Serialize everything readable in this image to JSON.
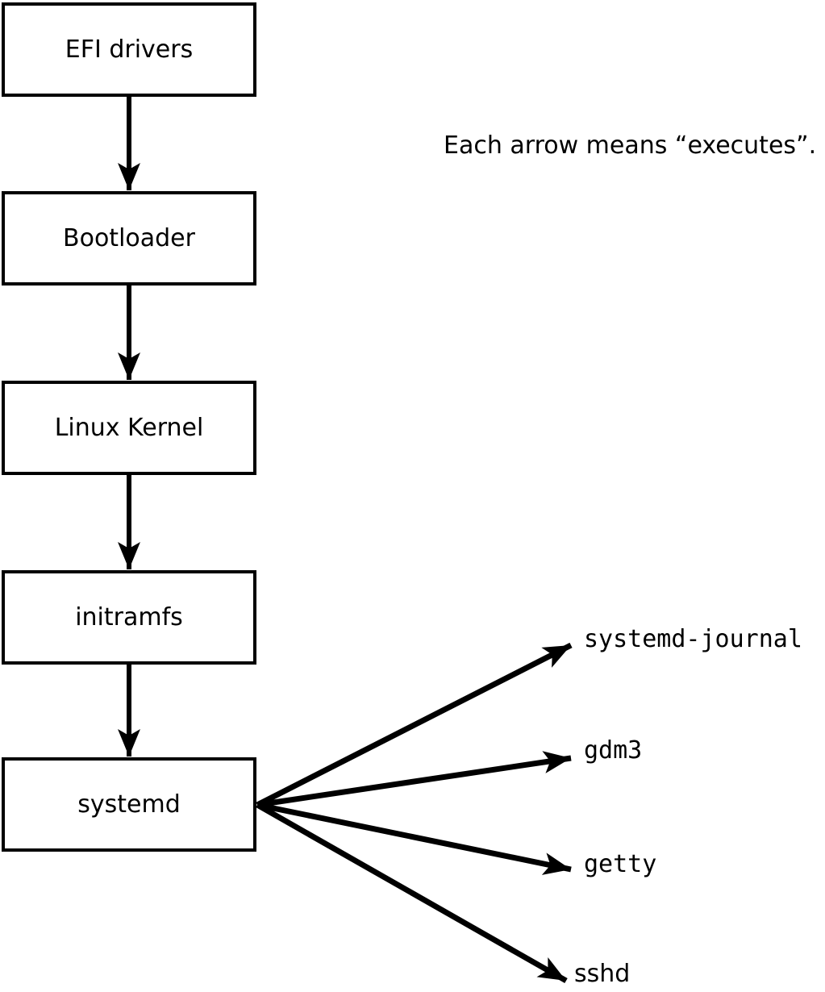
{
  "diagram": {
    "note": "Each arrow means “executes”.",
    "boxes": [
      {
        "label": "EFI drivers"
      },
      {
        "label": "Bootloader"
      },
      {
        "label": "Linux Kernel"
      },
      {
        "label": "initramfs"
      },
      {
        "label": "systemd"
      }
    ],
    "targets": [
      {
        "label": "systemd-journal"
      },
      {
        "label": "gdm3"
      },
      {
        "label": "getty"
      },
      {
        "label": "sshd"
      }
    ],
    "edge_meaning": "executes",
    "colors": {
      "stroke": "#000000",
      "background": "#ffffff",
      "box_fill": "#ffffff"
    }
  }
}
